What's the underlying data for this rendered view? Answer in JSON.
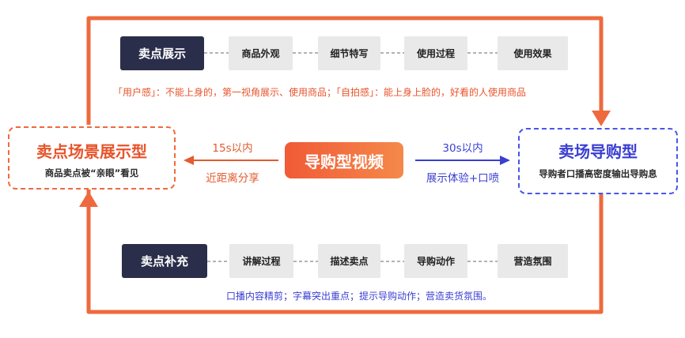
{
  "top": {
    "title": "卖点展示",
    "steps": [
      "商品外观",
      "细节特写",
      "使用过程",
      "使用效果"
    ],
    "note": "「用户感」：不能上身的，第一视角展示、使用商品；「自拍感」：能上身上脸的，好看的人使用商品"
  },
  "left": {
    "title": "卖点场景展示型",
    "subtitle": "商品卖点被“亲眼”看见"
  },
  "center": {
    "title": "导购型视频",
    "left_label_top": "15s以内",
    "left_label_bottom": "近距离分享",
    "right_label_top": "30s以内",
    "right_label_bottom": "展示体验+口喷"
  },
  "right": {
    "title": "卖场导购型",
    "subtitle": "导购者口播高密度输出导购息"
  },
  "bottom": {
    "title": "卖点补充",
    "steps": [
      "讲解过程",
      "描述卖点",
      "导购动作",
      "营造氛围"
    ],
    "note": "口播内容精剪；字幕突出重点；提示导购动作；营造卖货氛围。"
  },
  "colors": {
    "accent_orange": "#ee6a3e",
    "accent_blue": "#4a57e6",
    "dark_box": "#2a2e4a",
    "gray_box": "#e9e9e9"
  }
}
